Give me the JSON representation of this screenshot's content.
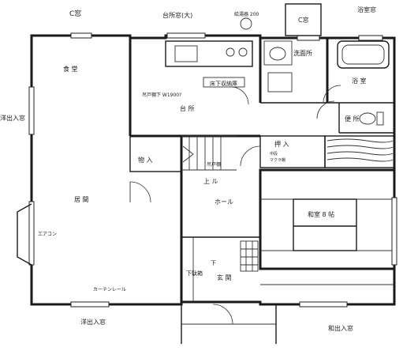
{
  "labels": {
    "c_window": "C窓",
    "kitchen_window": "台所窓(大)",
    "water_heater": "給湯器 200",
    "bath_window": "浴室窓",
    "dining": "食 堂",
    "kitchen": "台 所",
    "hanging_cabinet": "吊戸棚下 W1900?",
    "under_floor_storage": "床下収納庫",
    "washroom": "洗面所",
    "bath": "浴 室",
    "wc": "便 所",
    "closet": "押 入",
    "storage": "物 入",
    "small_hall": "上 ル",
    "hall": "ホール",
    "living": "居 間",
    "japanese_room": "和室 8 帖",
    "entrance": "玄 関",
    "shoe_box": "下駄箱",
    "aircon": "エアコン",
    "curtain_rail": "カーテンレール",
    "west_window": "洋出入窓",
    "living_window": "洋出入窓",
    "japanese_window": "和出入窓",
    "c_glass": "C窓",
    "down": "下",
    "stair_note": "吊戸棚",
    "toilet_note": "中段",
    "toilet_note2": "マクラ棚"
  },
  "colors": {
    "wall": "#1a1a1a",
    "line": "#333333",
    "tatami": "#ffffff"
  },
  "icons": [
    "sink-icon",
    "stove-icon",
    "toilet-icon",
    "bathtub-icon",
    "washbasin-icon"
  ]
}
